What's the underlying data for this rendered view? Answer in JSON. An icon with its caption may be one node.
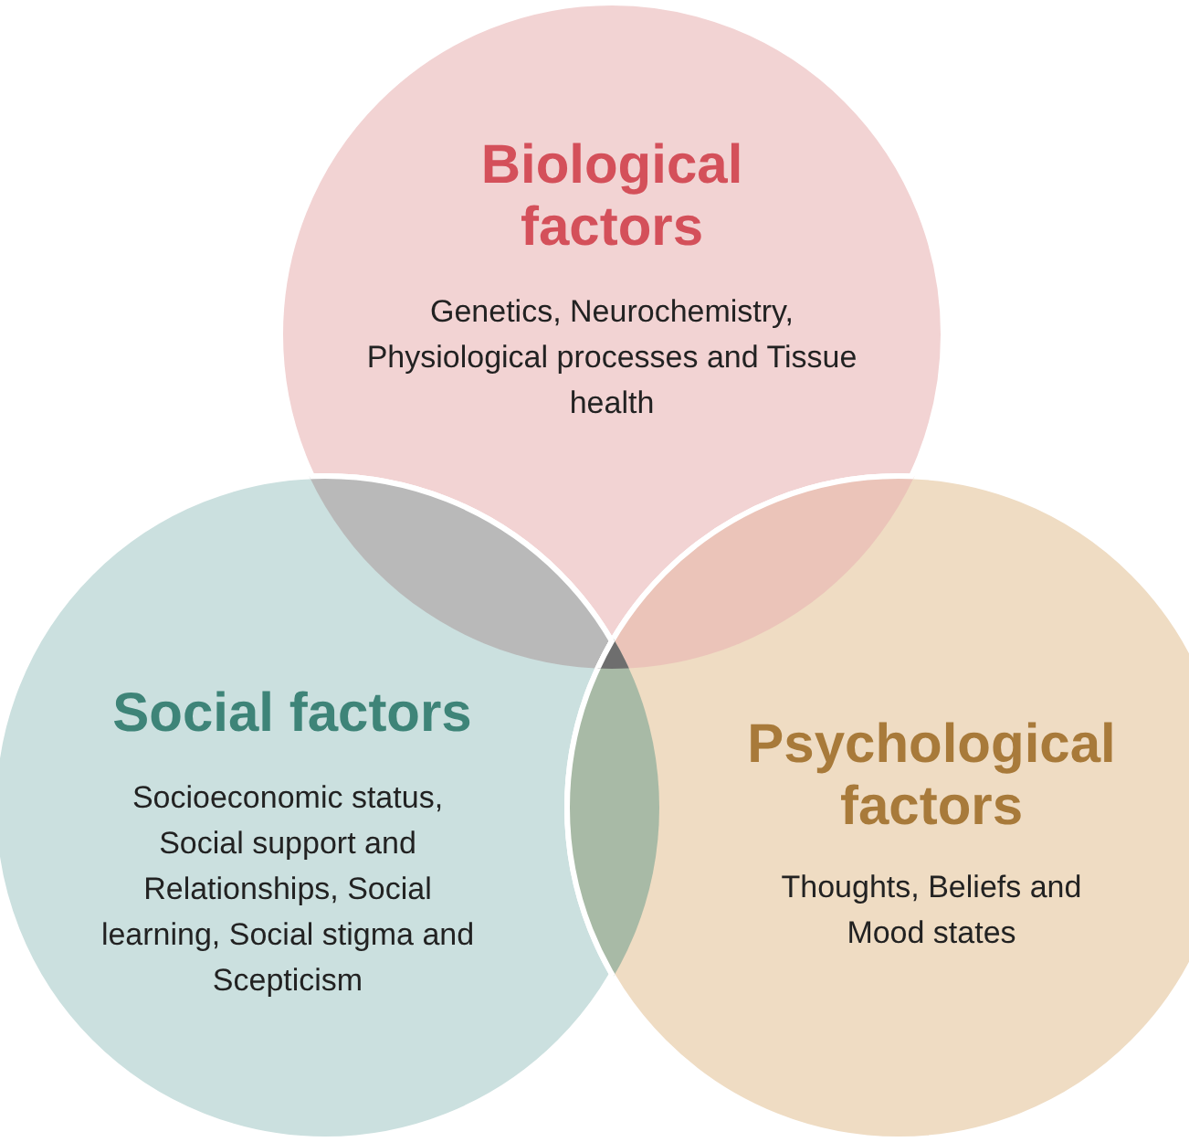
{
  "diagram": {
    "nodes": [
      {
        "text": [
          "Biological factors",
          "Genetics, Neurochemistry, Physiological processes and Tissue health"
        ]
      },
      {
        "text": [
          "Social factors",
          "Socioeconomic status, Social support and Relationships, Social learning, Social stigma and Scepticism"
        ]
      },
      {
        "text": [
          "Psychological factors",
          "Thoughts, Beliefs and Mood states"
        ]
      }
    ],
    "edges": []
  }
}
